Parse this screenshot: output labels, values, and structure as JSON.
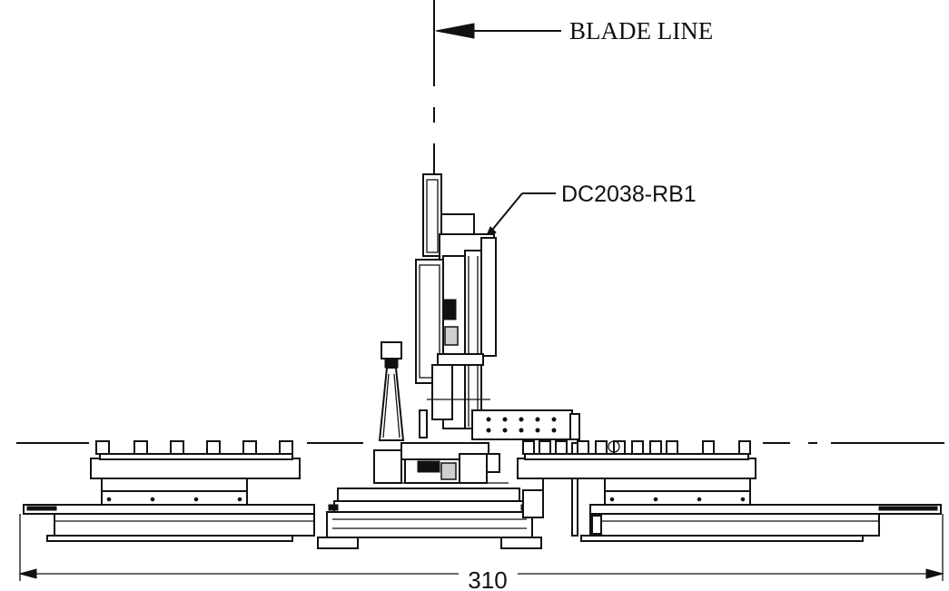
{
  "labels": {
    "blade_line": "BLADE LINE",
    "part_number": "DC2038-RB1",
    "dimension": "310"
  }
}
